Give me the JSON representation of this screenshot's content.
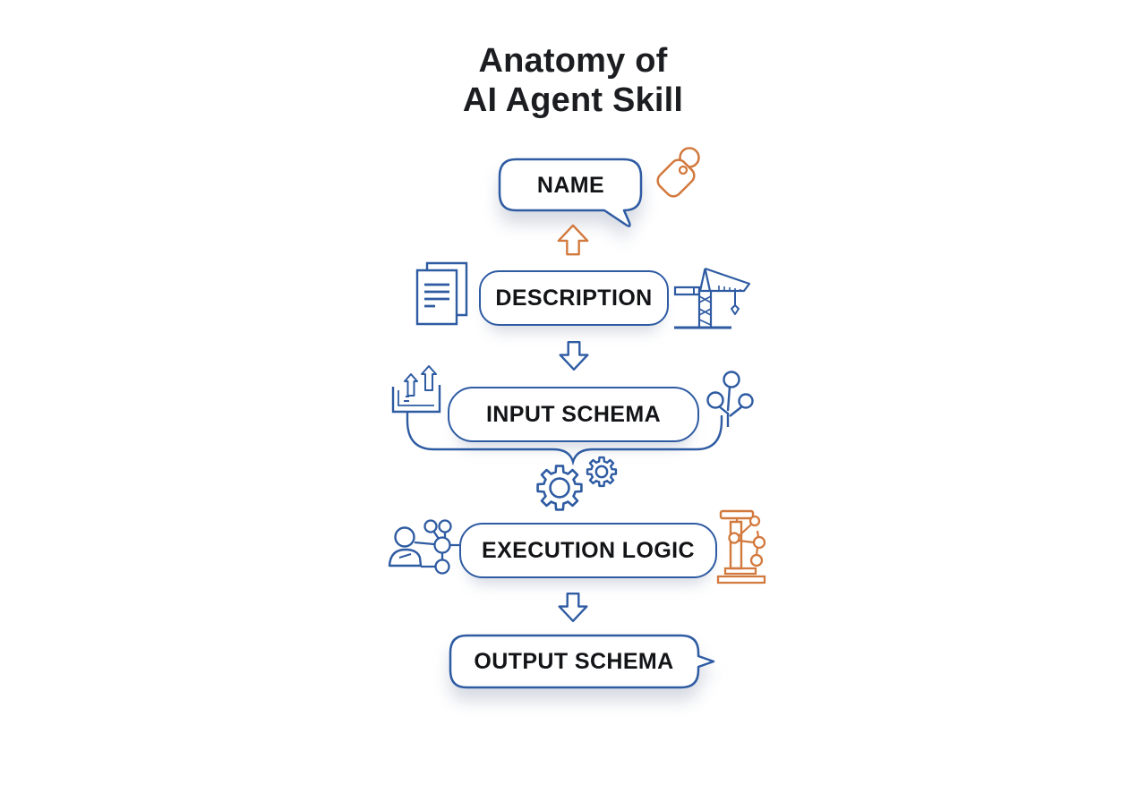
{
  "title": {
    "line1": "Anatomy of",
    "line2": "AI Agent Skill"
  },
  "nodes": {
    "name": {
      "label": "NAME",
      "shape": "speech-bubble-tail-bottom-right"
    },
    "description": {
      "label": "DESCRIPTION",
      "shape": "rounded-rect"
    },
    "input_schema": {
      "label": "INPUT SCHEMA",
      "shape": "rounded-rect"
    },
    "execution_logic": {
      "label": "EXECUTION LOGIC",
      "shape": "rounded-rect"
    },
    "output_schema": {
      "label": "OUTPUT SCHEMA",
      "shape": "speech-bubble-tail-right"
    }
  },
  "icons": {
    "name_right": "tag-icon",
    "description_left": "documents-icon",
    "description_right": "construction-crane-icon",
    "input_schema_left": "data-tray-arrows-icon",
    "input_schema_right": "network-nodes-icon",
    "execution_logic_left": "person-network-icon",
    "execution_logic_right": "robotic-arm-icon",
    "between_name_description": "up-arrow-icon",
    "between_description_input": "down-arrow-icon",
    "between_input_execution": "gears-icon",
    "between_execution_output": "down-arrow-icon"
  },
  "colors": {
    "primary_blue": "#2e5ba2",
    "accent_orange": "#d2793d",
    "text_dark": "#1c1d21",
    "background": "#ffffff"
  }
}
